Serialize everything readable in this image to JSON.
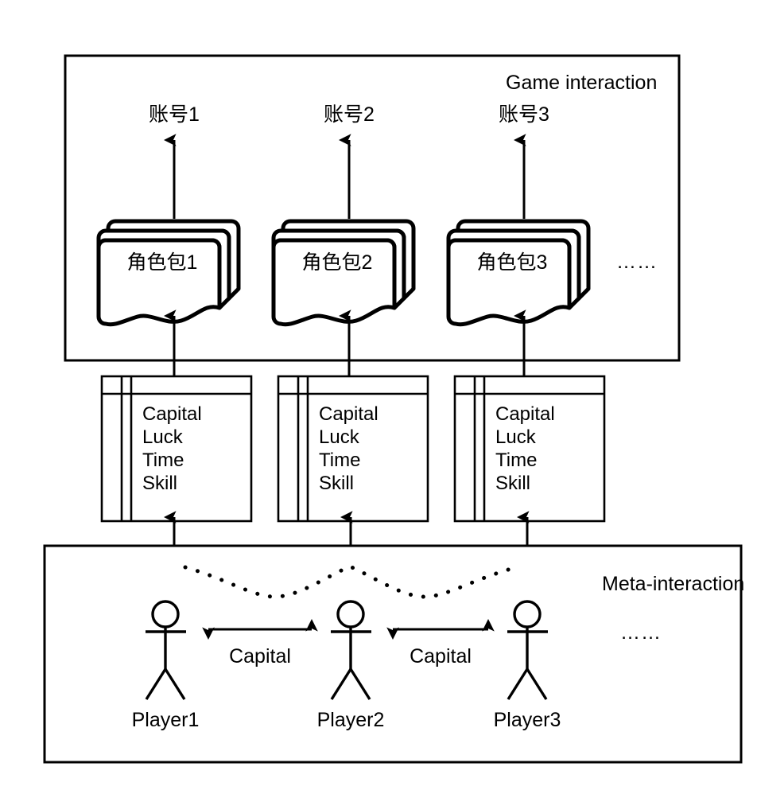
{
  "diagram": {
    "title": "Game interaction and Meta-interaction layered diagram",
    "type": "layered-architecture-diagram",
    "colors": {
      "stroke": "#000000",
      "fill": "#ffffff"
    },
    "layers": [
      {
        "id": "game-interaction",
        "label": "Game interaction"
      },
      {
        "id": "meta-interaction",
        "label": "Meta-interaction"
      }
    ],
    "accounts": [
      {
        "label": "账号1"
      },
      {
        "label": "账号2"
      },
      {
        "label": "账号3"
      }
    ],
    "role_packages": [
      {
        "label": "角色包1"
      },
      {
        "label": "角色包2"
      },
      {
        "label": "角色包3"
      }
    ],
    "attribute_tables": [
      {
        "rows": [
          "Capital",
          "Luck",
          "Time",
          "Skill"
        ]
      },
      {
        "rows": [
          "Capital",
          "Luck",
          "Time",
          "Skill"
        ]
      },
      {
        "rows": [
          "Capital",
          "Luck",
          "Time",
          "Skill"
        ]
      }
    ],
    "players": [
      {
        "label": "Player1"
      },
      {
        "label": "Player2"
      },
      {
        "label": "Player3"
      }
    ],
    "exchange_arrows": [
      {
        "label": "Capital"
      },
      {
        "label": "Capital"
      }
    ],
    "ellipses": [
      {
        "id": "game-ellipsis",
        "label": "……"
      },
      {
        "id": "meta-ellipsis",
        "label": "……"
      }
    ]
  }
}
